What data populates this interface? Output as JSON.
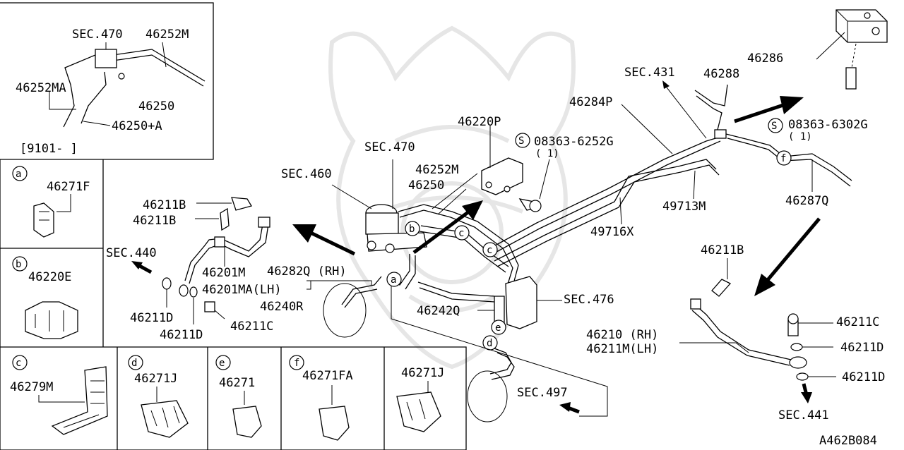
{
  "inset": {
    "sec470": "SEC.470",
    "p46252M": "46252M",
    "p46252MA": "46252MA",
    "p46250": "46250",
    "p46250A": "46250+A",
    "date": "[9101-   ]"
  },
  "legend": {
    "a": {
      "letter": "a",
      "part": "46271F"
    },
    "b": {
      "letter": "b",
      "part": "46220E"
    },
    "c": {
      "letter": "c",
      "part": "46279M"
    },
    "d": {
      "letter": "d",
      "part": "46271J"
    },
    "e": {
      "letter": "e",
      "part": "46271"
    },
    "f": {
      "letter": "f",
      "part": "46271FA"
    },
    "g": {
      "part": "46271J"
    }
  },
  "labels": {
    "p46211B_1": "46211B",
    "p46211B_2": "46211B",
    "sec440": "SEC.440",
    "p46201M": "46201M",
    "p46201MA": "46201MA(LH)",
    "p46211D_1": "46211D",
    "p46211D_2": "46211D",
    "p46211C": "46211C",
    "sec460": "SEC.460",
    "sec470": "SEC.470",
    "p46252M": "46252M",
    "p46250": "46250",
    "p46220P": "46220P",
    "bolt1": "08363-6252G",
    "bolt1qty": "( 1)",
    "p46282Q_rh": "46282Q (RH)",
    "p46240R": "46240R",
    "p46242Q": "46242Q",
    "sec476": "SEC.476",
    "sec497": "SEC.497",
    "p46284P": "46284P",
    "sec431": "SEC.431",
    "p46288": "46288",
    "p46286": "46286",
    "bolt2": "08363-6302G",
    "bolt2qty": "( 1)",
    "p49713M": "49713M",
    "p49716X": "49716X",
    "p46287Q": "46287Q",
    "p46211B_3": "46211B",
    "p46210": "46210 (RH)",
    "p46211M": "46211M(LH)",
    "p46211C_2": "46211C",
    "p46211D_3": "46211D",
    "p46211D_4": "46211D",
    "sec441": "SEC.441",
    "code": "A462B084"
  },
  "callouts": {
    "a": "a",
    "b": "b",
    "c": "c",
    "d": "d",
    "e": "e",
    "f": "f",
    "s": "S"
  }
}
